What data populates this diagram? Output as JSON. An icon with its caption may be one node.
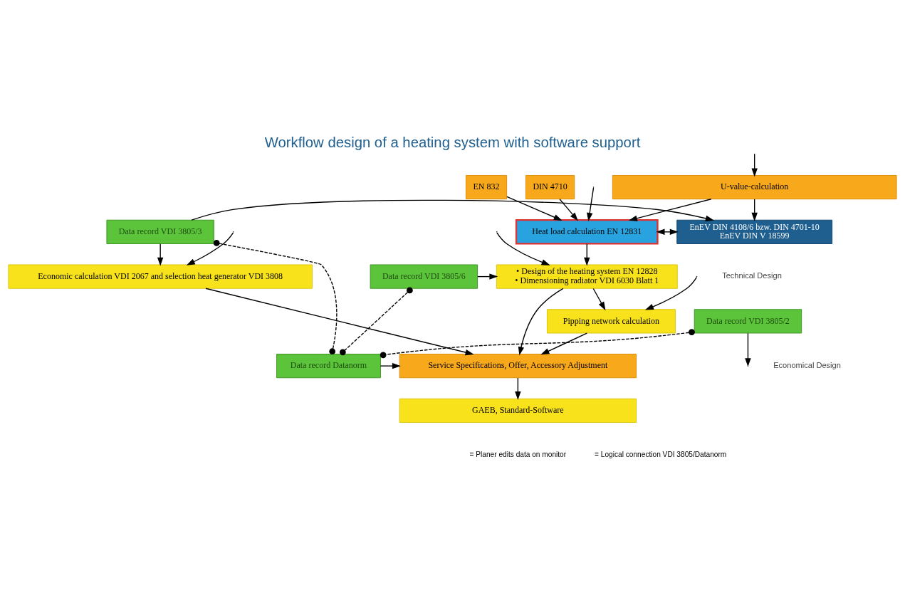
{
  "diagram": {
    "title": "Workflow design of a heating system with software support",
    "nodes": [
      {
        "text": [
          "U-value-calculation"
        ]
      },
      {
        "text": [
          "EN 832"
        ]
      },
      {
        "text": [
          "DIN 4710"
        ]
      },
      {
        "text": [
          "Heat load calculation EN 12831"
        ]
      },
      {
        "text": [
          "EnEV DIN 4108/6 bzw. DIN 4701-10",
          "EnEV DIN V 18599"
        ]
      },
      {
        "text": [
          "Data record VDI 3805/3"
        ]
      },
      {
        "text": [
          "• Design of the heating system EN 12828",
          "• Dimensioning radiator VDI 6030 Blatt 1"
        ]
      },
      {
        "text": [
          "Data record VDI 3805/6"
        ]
      },
      {
        "text": [
          "Economic calculation VDI 2067 and selection heat generator VDI 3808"
        ]
      },
      {
        "text": [
          "Data record VDI 3805/2"
        ]
      },
      {
        "text": [
          "Pipping network calculation"
        ]
      },
      {
        "text": [
          "Service Specifications, Offer, Accessory Adjustment"
        ]
      },
      {
        "text": [
          "Data record Datanorm"
        ]
      },
      {
        "text": [
          "GAEB, Standard-Software"
        ]
      }
    ],
    "edges": [
      {
        "from": null,
        "to": 0,
        "arrow": "to"
      },
      {
        "from": 0,
        "to": 3,
        "arrow": "to"
      },
      {
        "from": 0,
        "to": 4,
        "arrow": "to"
      },
      {
        "from": 1,
        "to": 3,
        "arrow": "to"
      },
      {
        "from": 2,
        "to": 3,
        "arrow": "to"
      },
      {
        "from": null,
        "to": 3,
        "arrow": "to"
      },
      {
        "from": 3,
        "to": 4,
        "arrow": "both"
      },
      {
        "from": 5,
        "to": 4,
        "arrow": "to"
      },
      {
        "from": 5,
        "to": 8,
        "arrow": "to"
      },
      {
        "from": null,
        "to": 8,
        "arrow": "to"
      },
      {
        "from": 3,
        "to": 6,
        "arrow": "to"
      },
      {
        "from": null,
        "to": 6,
        "arrow": "to"
      },
      {
        "from": 7,
        "to": 6,
        "arrow": "to"
      },
      {
        "from": 9,
        "to": null,
        "arrow": "to"
      },
      {
        "from": 6,
        "to": 10,
        "arrow": "to"
      },
      {
        "from": null,
        "to": 10,
        "arrow": "to"
      },
      {
        "from": 6,
        "to": 11,
        "arrow": "to"
      },
      {
        "from": 10,
        "to": 11,
        "arrow": "to"
      },
      {
        "from": 8,
        "to": 11,
        "arrow": "to"
      },
      {
        "from": 12,
        "to": 11,
        "arrow": "to"
      },
      {
        "from": 11,
        "to": 13,
        "arrow": "to"
      },
      {
        "from": 7,
        "to": 12,
        "arrow": "other",
        "style": "dashed"
      },
      {
        "from": 9,
        "to": 12,
        "arrow": "other",
        "style": "dashed"
      },
      {
        "from": 5,
        "to": 12,
        "arrow": "other",
        "style": "dashed"
      }
    ],
    "labels": [
      "Technical Design",
      "Economical Design"
    ],
    "legend": [
      {
        "text": "= Planer edits data on monitor"
      },
      {
        "text": "= Logical connection VDI 3805/Datanorm"
      }
    ]
  }
}
